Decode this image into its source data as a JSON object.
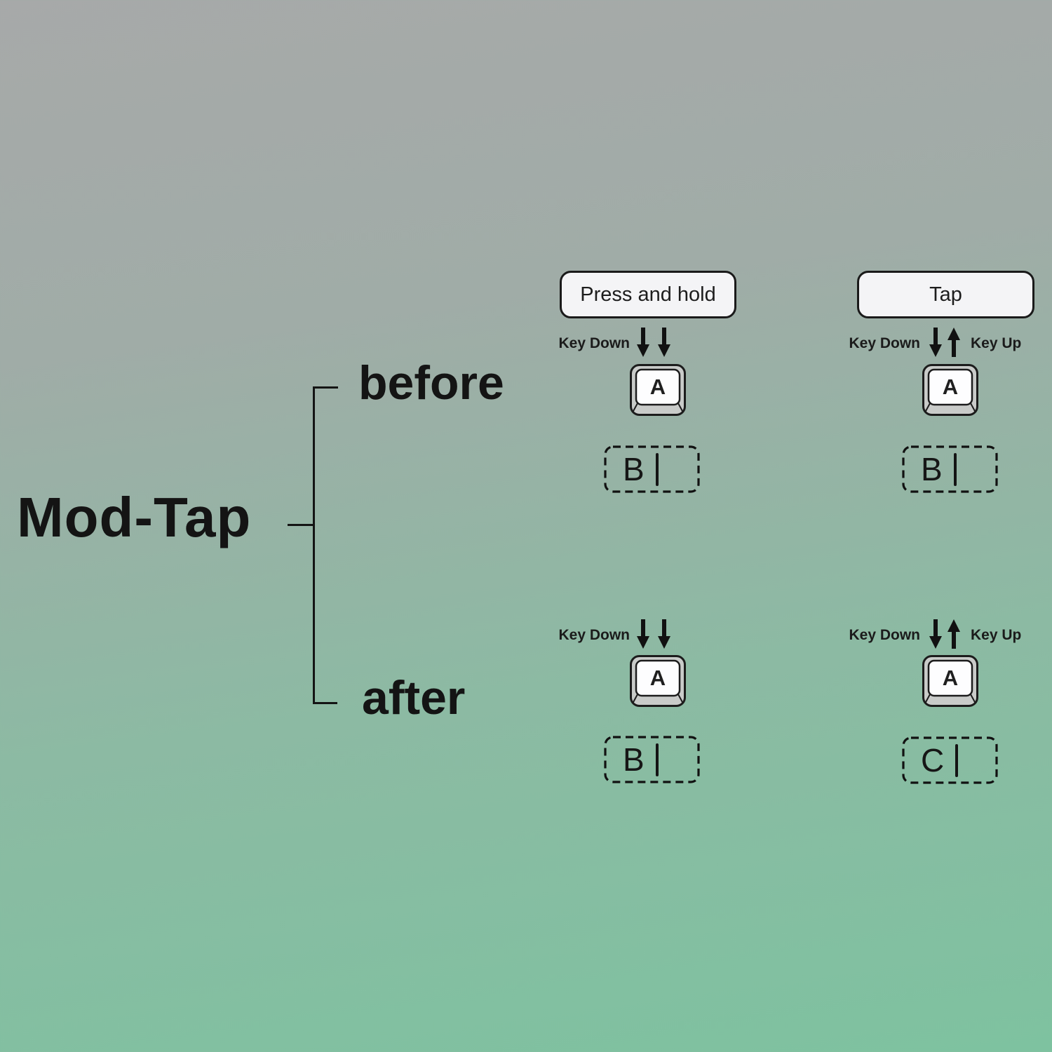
{
  "tree": {
    "root_label": "Mod-Tap",
    "branch_before": "before",
    "branch_after": "after"
  },
  "headers": {
    "press_and_hold": "Press and hold",
    "tap": "Tap"
  },
  "arrow_labels": {
    "key_down": "Key Down",
    "key_up": "Key Up"
  },
  "keycap": {
    "letter": "A"
  },
  "outputs": {
    "before_press_and_hold": "B",
    "before_tap": "B",
    "after_press_and_hold": "B",
    "after_tap": "C"
  },
  "colors": {
    "background_top": "#a7a9a9",
    "background_bottom": "#7ec2a0",
    "ink": "#141414",
    "pill_fill": "#f4f4f6",
    "keycap_body": "#c9cbc9",
    "keycap_top": "#fdfdfe"
  }
}
